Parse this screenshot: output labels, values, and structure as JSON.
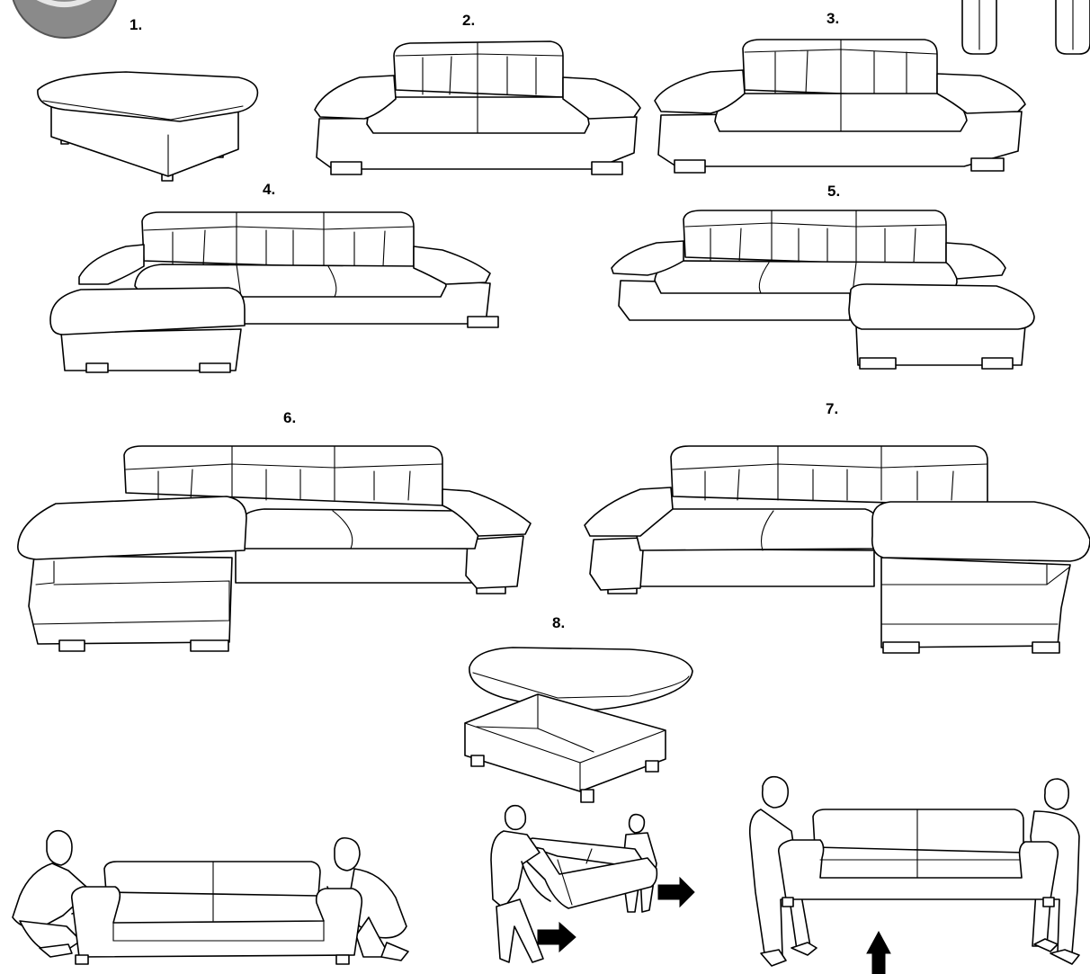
{
  "steps": [
    {
      "id": "step1",
      "label": "1."
    },
    {
      "id": "step2",
      "label": "2."
    },
    {
      "id": "step3",
      "label": "3."
    },
    {
      "id": "step4",
      "label": "4."
    },
    {
      "id": "step5",
      "label": "5."
    },
    {
      "id": "step6",
      "label": "6."
    },
    {
      "id": "step7",
      "label": "7."
    },
    {
      "id": "step8",
      "label": "8."
    }
  ],
  "colors": {
    "line": "#000000",
    "background": "#ffffff",
    "corner_badge": "#8a8a8a"
  },
  "icons": [
    "corner-badge-icon",
    "cushion-strip-icon",
    "arrow-right-icon",
    "arrow-up-icon"
  ]
}
